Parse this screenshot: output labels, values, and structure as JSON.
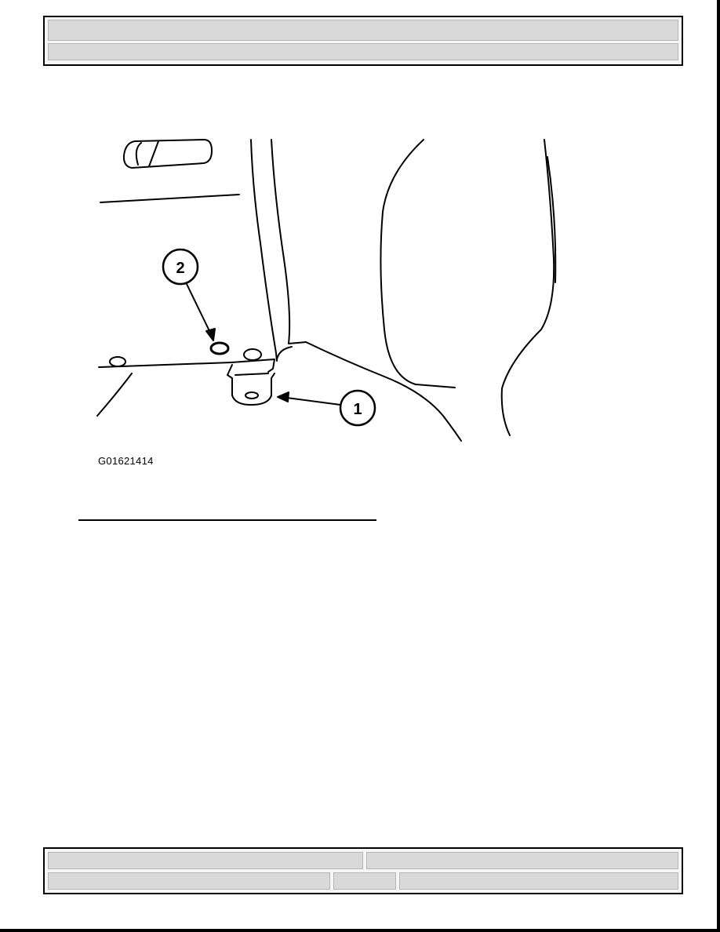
{
  "header": {
    "title": "",
    "subtitle": ""
  },
  "figure": {
    "id": "G01621414",
    "callouts": [
      "1",
      "2"
    ]
  },
  "footer": {
    "cells": [
      "",
      "",
      "",
      "",
      ""
    ]
  }
}
